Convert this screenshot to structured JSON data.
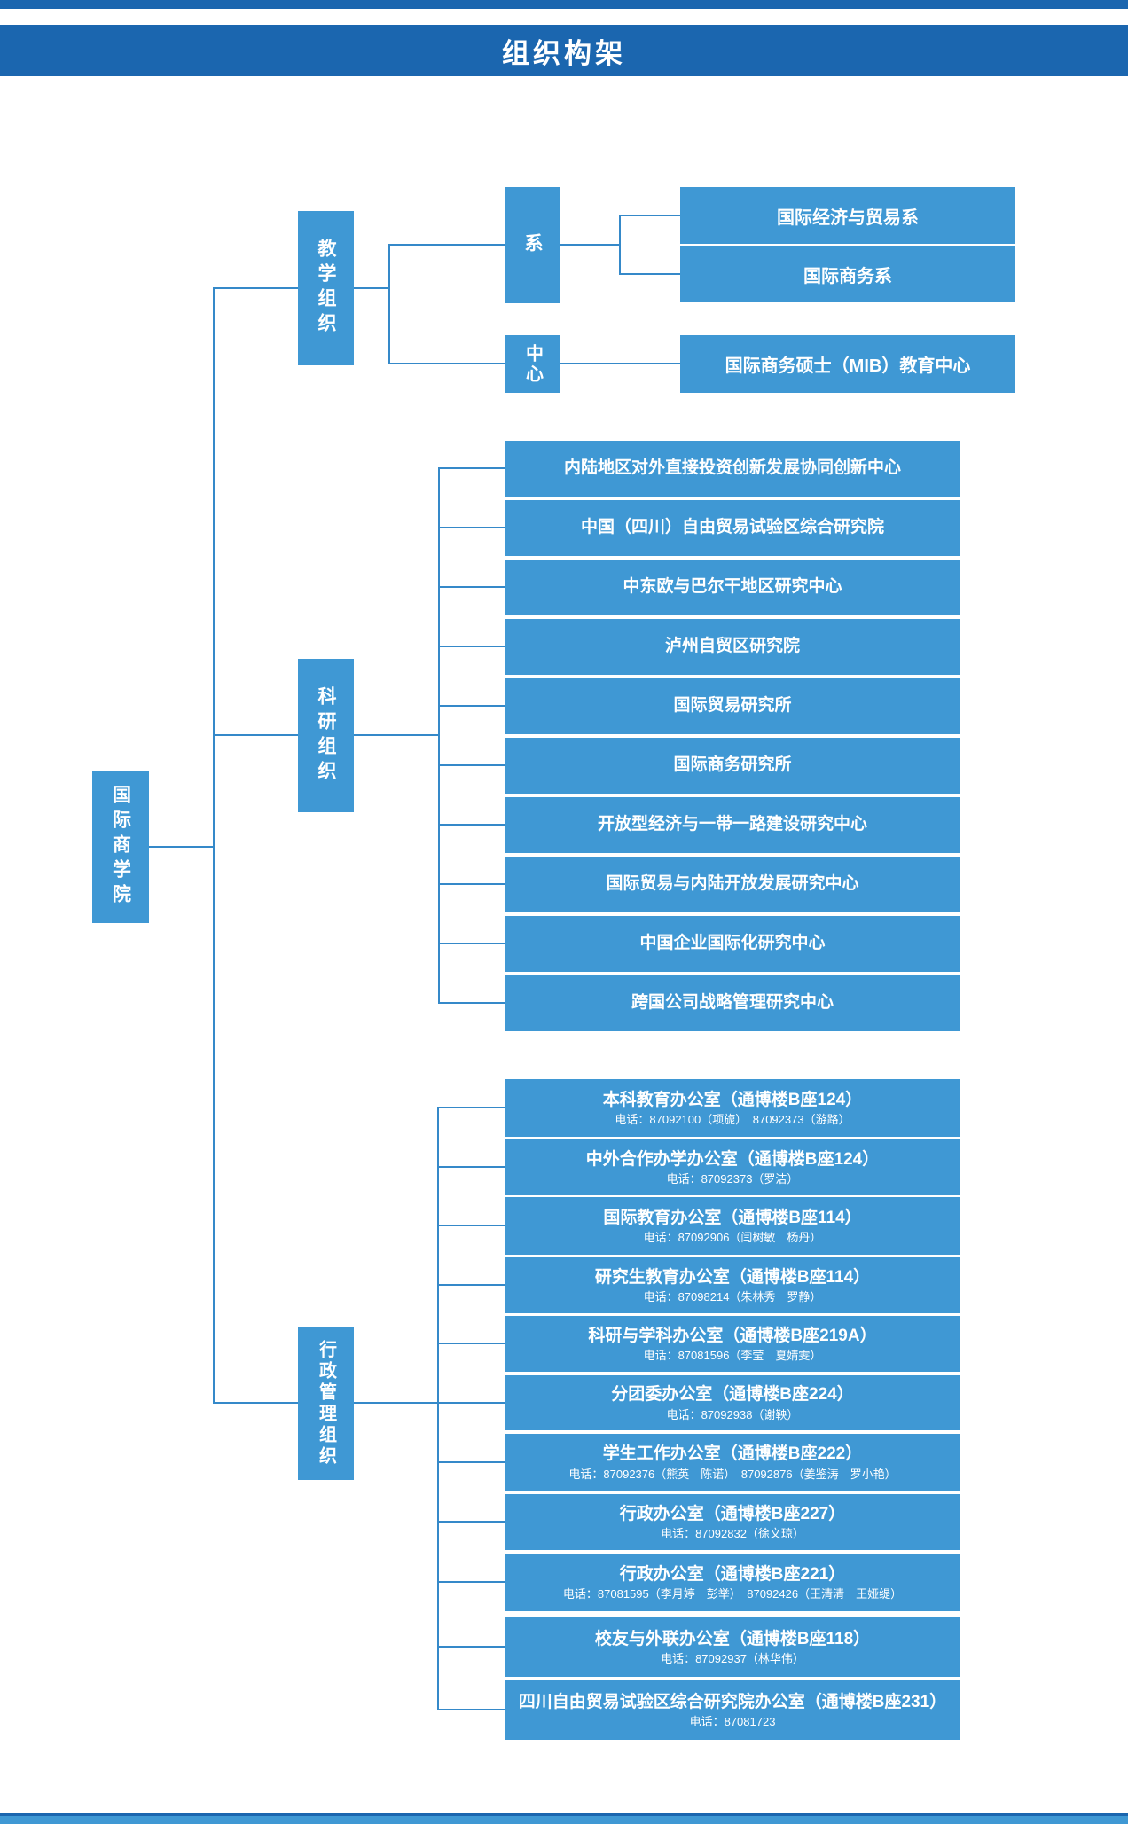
{
  "header": {
    "title": "组织构架"
  },
  "colors": {
    "bar_blue": "#1B66AF",
    "box_blue": "#3F98D4",
    "line_blue": "#3589C9",
    "text": "#FFFFFF"
  },
  "root": {
    "label": "国际商学院"
  },
  "branches": {
    "teaching": {
      "label": "教学组织"
    },
    "research": {
      "label": "科研组织"
    },
    "admin": {
      "label": "行政管理组织"
    }
  },
  "teaching": {
    "groups": [
      {
        "label": "系",
        "children": [
          "国际经济与贸易系",
          "国际商务系"
        ]
      },
      {
        "label": "中心",
        "children": [
          "国际商务硕士（MIB）教育中心"
        ]
      }
    ]
  },
  "research": {
    "items": [
      "内陆地区对外直接投资创新发展协同创新中心",
      "中国（四川）自由贸易试验区综合研究院",
      "中东欧与巴尔干地区研究中心",
      "泸州自贸区研究院",
      "国际贸易研究所",
      "国际商务研究所",
      "开放型经济与一带一路建设研究中心",
      "国际贸易与内陆开放发展研究中心",
      "中国企业国际化研究中心",
      "跨国公司战略管理研究中心"
    ]
  },
  "admin": {
    "items": [
      {
        "title": "本科教育办公室（通博楼B座124）",
        "phone": "电话：87092100（项旎）　87092373（游路）"
      },
      {
        "title": "中外合作办学办公室（通博楼B座124）",
        "phone": "电话：87092373（罗洁）"
      },
      {
        "title": "国际教育办公室（通博楼B座114）",
        "phone": "电话：87092906（闫树敏　杨丹）"
      },
      {
        "title": "研究生教育办公室（通博楼B座114）",
        "phone": "电话：87098214（朱林秀　罗静）"
      },
      {
        "title": "科研与学科办公室（通博楼B座219A）",
        "phone": "电话：87081596（李莹　夏婧雯）"
      },
      {
        "title": "分团委办公室（通博楼B座224）",
        "phone": "电话：87092938（谢鞅）"
      },
      {
        "title": "学生工作办公室（通博楼B座222）",
        "phone": "电话：87092376（熊英　陈诺）　87092876（姜鉴涛　罗小艳）"
      },
      {
        "title": "行政办公室（通博楼B座227）",
        "phone": "电话：87092832（徐文琼）"
      },
      {
        "title": "行政办公室（通博楼B座221）",
        "phone": "电话：87081595（李月婷　彭举）　87092426（王清清　王娅缇）"
      },
      {
        "title": "校友与外联办公室（通博楼B座118）",
        "phone": "电话：87092937（林华伟）"
      },
      {
        "title": "四川自由贸易试验区综合研究院办公室（通博楼B座231）",
        "phone": "电话：87081723"
      }
    ]
  }
}
